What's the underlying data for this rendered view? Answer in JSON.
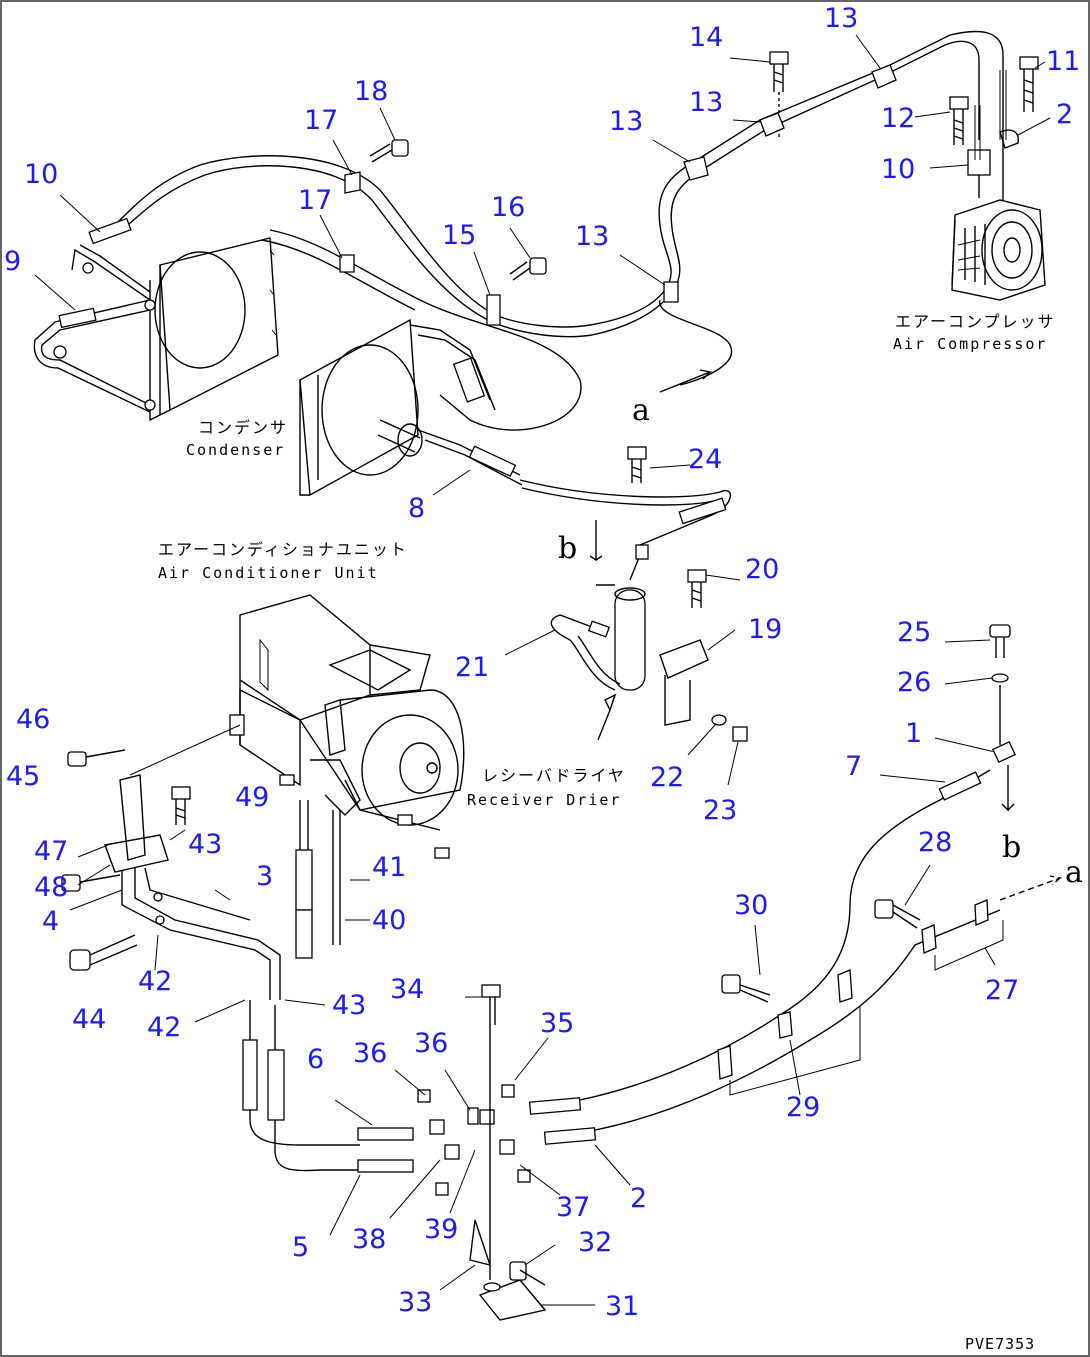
{
  "callouts": [
    "1",
    "2",
    "2",
    "3",
    "4",
    "5",
    "6",
    "7",
    "8",
    "9",
    "10",
    "10",
    "11",
    "12",
    "13",
    "13",
    "13",
    "13",
    "14",
    "15",
    "16",
    "17",
    "17",
    "18",
    "19",
    "20",
    "21",
    "22",
    "23",
    "24",
    "25",
    "26",
    "27",
    "28",
    "29",
    "30",
    "31",
    "32",
    "33",
    "34",
    "35",
    "36",
    "36",
    "37",
    "38",
    "39",
    "40",
    "41",
    "42",
    "42",
    "43",
    "43",
    "44",
    "45",
    "46",
    "47",
    "48",
    "49"
  ],
  "components": {
    "air_compressor": {
      "jp": "エアーコンプレッサ",
      "en": "Air Compressor"
    },
    "condenser": {
      "jp": "コンデンサ",
      "en": "Condenser"
    },
    "air_conditioner_unit": {
      "jp": "エアーコンディショナユニット",
      "en": "Air Conditioner Unit"
    },
    "receiver_drier": {
      "jp": "レシーバドライヤ",
      "en": "Receiver Drier"
    }
  },
  "continuation_marks": {
    "a": "a",
    "b": "b"
  },
  "drawing_code": "PVE7353",
  "colors": {
    "callout": "#1a1aff",
    "line": "#000000",
    "frame": "#666666"
  }
}
